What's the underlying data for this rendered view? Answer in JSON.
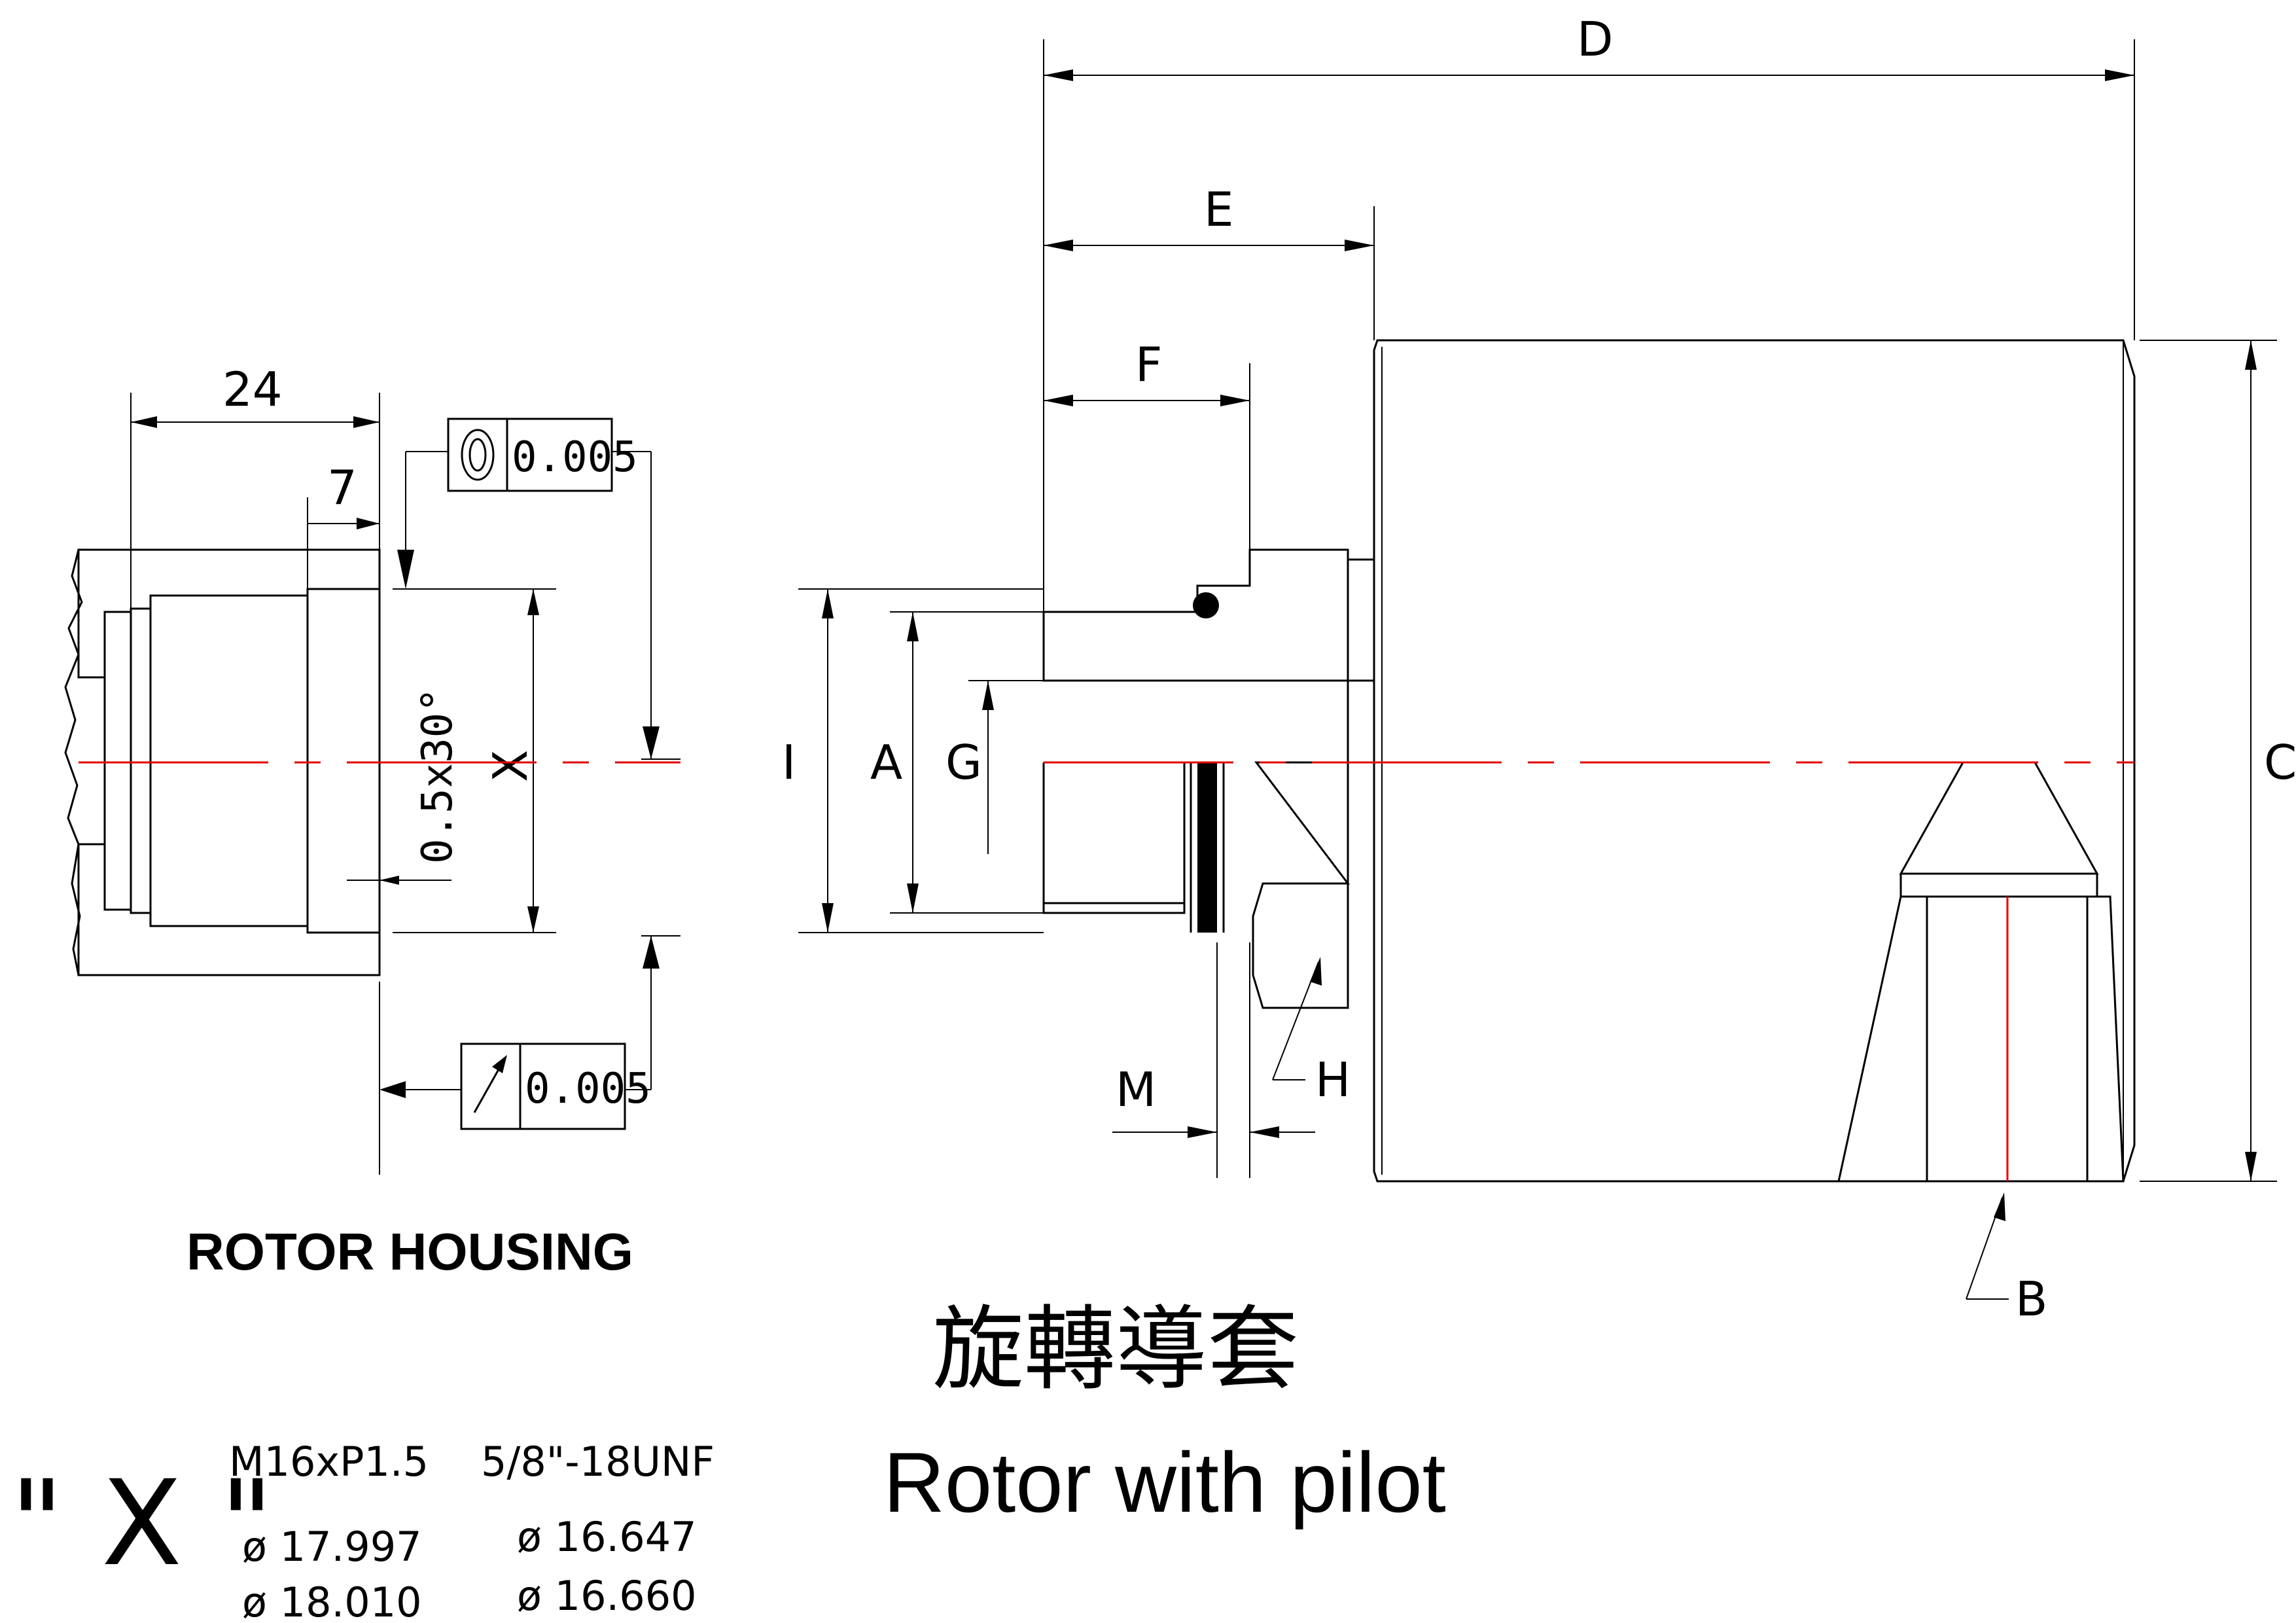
{
  "housing": {
    "title": "ROTOR HOUSING",
    "dim_24": "24",
    "dim_7": "7",
    "chamfer": "0.5x30°",
    "dim_x": "X",
    "tol_concentricity": "0.005",
    "tol_runout": "0.005"
  },
  "rotor": {
    "title_cn": "旋轉導套",
    "title_en": "Rotor with pilot",
    "labels": {
      "D": "D",
      "E": "E",
      "F": "F",
      "C": "C",
      "I": "I",
      "A": "A",
      "G": "G",
      "H": "H",
      "M": "M",
      "B": "B"
    }
  },
  "thread_table": {
    "heading": "\" X \"",
    "columns": [
      {
        "thread": "M16xP1.5",
        "min": "ø 17.997",
        "max": "ø 18.010"
      },
      {
        "thread": "5/8\"-18UNF",
        "min": "ø 16.647",
        "max": "ø 16.660"
      }
    ]
  },
  "colors": {
    "centerline": "#e00000",
    "ink": "#000000"
  }
}
